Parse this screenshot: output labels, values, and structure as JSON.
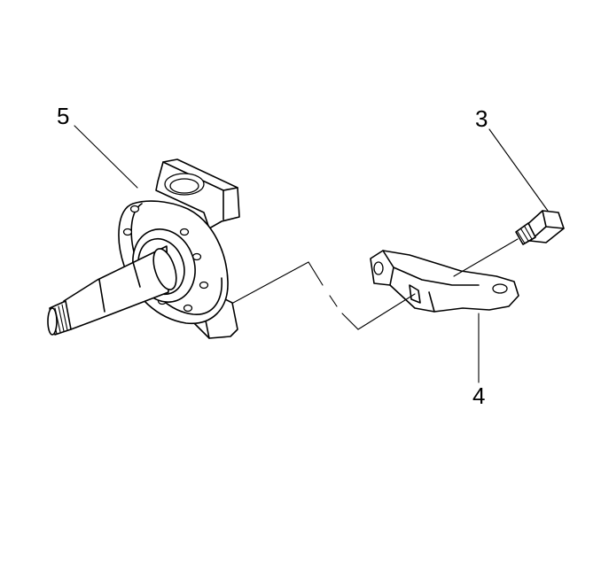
{
  "diagram": {
    "callouts": [
      {
        "id": "knuckle",
        "label": "5"
      },
      {
        "id": "bolt",
        "label": "3"
      },
      {
        "id": "arm",
        "label": "4"
      }
    ]
  }
}
